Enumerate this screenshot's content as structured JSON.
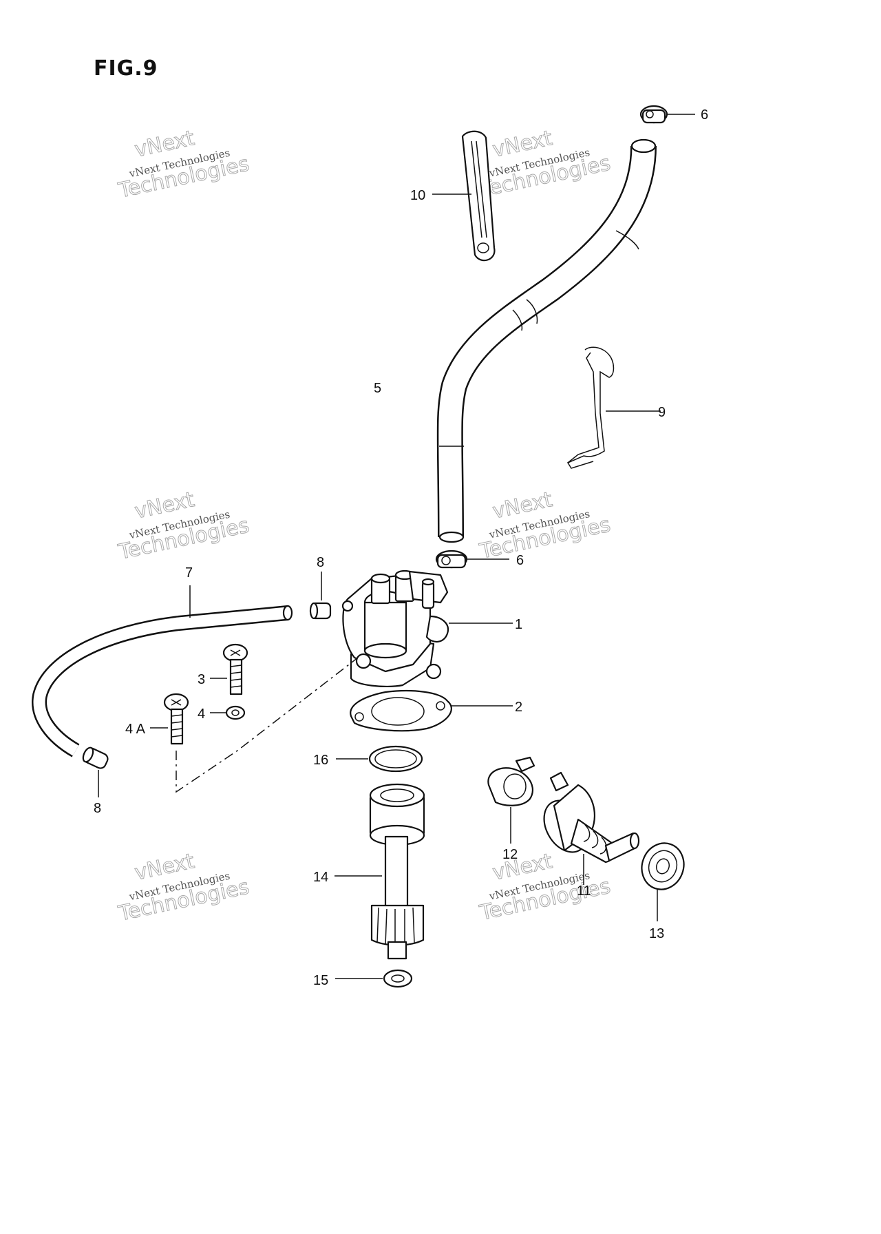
{
  "figure": {
    "title": "FIG.9"
  },
  "watermark": {
    "line1": "vNext Technologies",
    "line2": "vNext",
    "line3": "Technologies"
  },
  "callouts": {
    "c1": "1",
    "c2": "2",
    "c3": "3",
    "c4": "4",
    "c4a": "4 A",
    "c5": "5",
    "c6a": "6",
    "c6b": "6",
    "c7": "7",
    "c8a": "8",
    "c8b": "8",
    "c9": "9",
    "c10": "10",
    "c11": "11",
    "c12": "12",
    "c13": "13",
    "c14": "14",
    "c15": "15",
    "c16": "16"
  },
  "colors": {
    "line": "#111111",
    "background": "#ffffff",
    "watermark": "#999999"
  }
}
